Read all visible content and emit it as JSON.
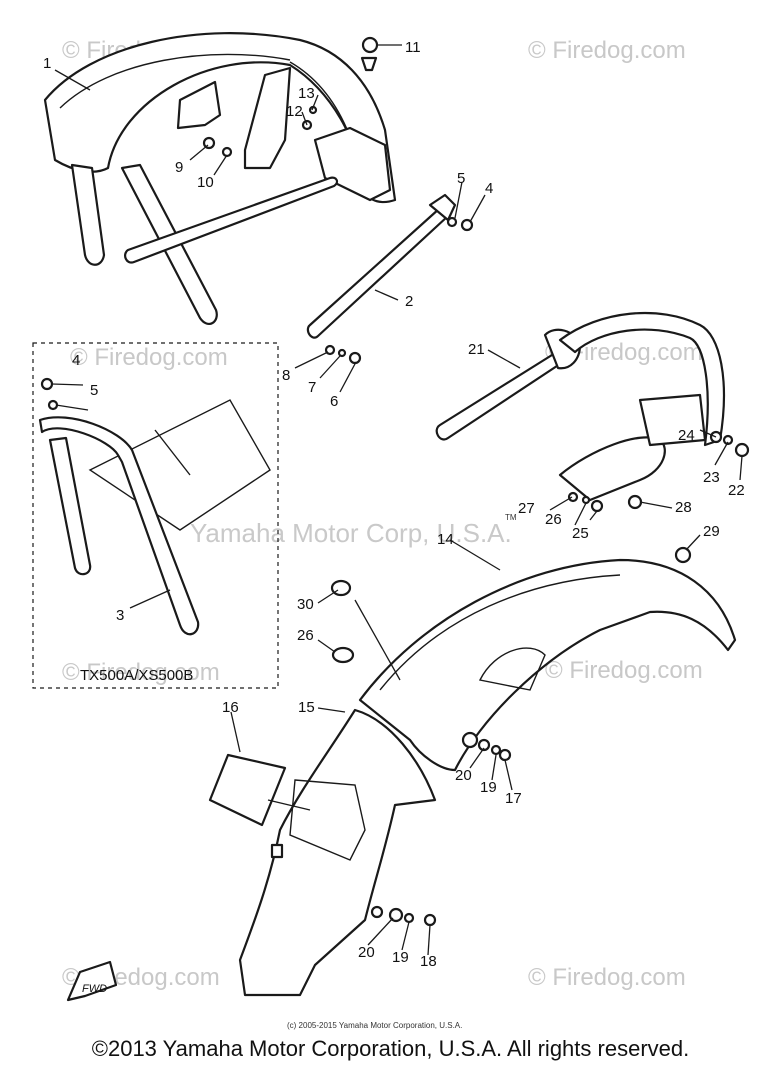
{
  "watermarks": {
    "firedog": "© Firedog.com",
    "yamaha": "Yamaha Motor Corp, U.S.A.",
    "tm": "TM"
  },
  "inset_label": "TX500A/XS500B",
  "fwd_label": "FWD",
  "small_copyright": "(c) 2005-2015 Yamaha Motor Corporation, U.S.A.",
  "copyright": "©2013 Yamaha Motor Corporation, U.S.A. All rights reserved.",
  "callouts": [
    "1",
    "2",
    "3",
    "4",
    "5",
    "6",
    "7",
    "8",
    "9",
    "10",
    "11",
    "12",
    "13",
    "14",
    "15",
    "16",
    "17",
    "18",
    "19",
    "20",
    "21",
    "22",
    "23",
    "24",
    "25",
    "26",
    "27",
    "28",
    "29",
    "30"
  ]
}
